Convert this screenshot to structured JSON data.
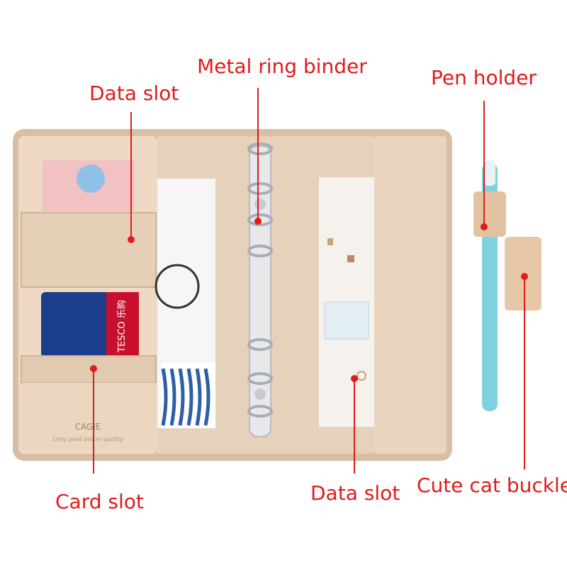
{
  "callouts": {
    "metal_ring_binder": "Metal ring binder",
    "pen_holder": "Pen holder",
    "data_slot_top": "Data slot",
    "card_slot": "Card slot",
    "data_slot_bottom": "Data slot",
    "cute_cat_buckle": "Cute cat buckle"
  },
  "product": {
    "brand_logo_text": "CAGIE",
    "brand_tagline": "Only good better quality",
    "card_brand_text": "TESCO 乐购"
  },
  "colors": {
    "callout_red": "#e21a1a",
    "leather": "#e9d6c0",
    "leather_shadow": "#d9c2a8",
    "pen_teal": "#7fd3e0",
    "card_blue": "#1c3c8c",
    "card_red": "#c8102e"
  }
}
